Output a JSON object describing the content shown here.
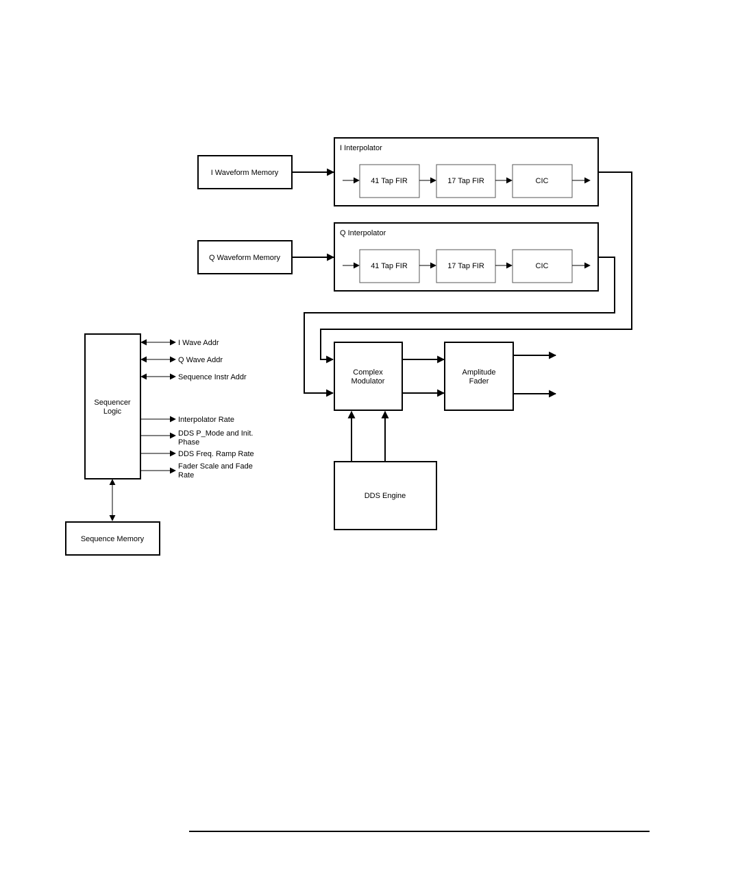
{
  "blocks": {
    "i_waveform_memory": "I Waveform Memory",
    "q_waveform_memory": "Q Waveform Memory",
    "i_interpolator": "I Interpolator",
    "q_interpolator": "Q Interpolator",
    "fir41": "41 Tap FIR",
    "fir17": "17 Tap FIR",
    "cic": "CIC",
    "complex_modulator": [
      "Complex",
      "Modulator"
    ],
    "amplitude_fader": [
      "Amplitude",
      "Fader"
    ],
    "dds_engine": "DDS Engine",
    "sequencer_logic": [
      "Sequencer",
      "Logic"
    ],
    "sequence_memory": "Sequence Memory"
  },
  "signals": {
    "i_wave_addr": "I Wave Addr",
    "q_wave_addr": "Q Wave Addr",
    "sequence_instr_addr": "Sequence Instr Addr",
    "interpolator_rate": "Interpolator Rate",
    "dds_p_mode": [
      "DDS P_Mode and Init.",
      "Phase"
    ],
    "dds_freq_ramp_rate": "DDS Freq. Ramp Rate",
    "fader_scale": [
      "Fader Scale and Fade",
      "Rate"
    ]
  }
}
